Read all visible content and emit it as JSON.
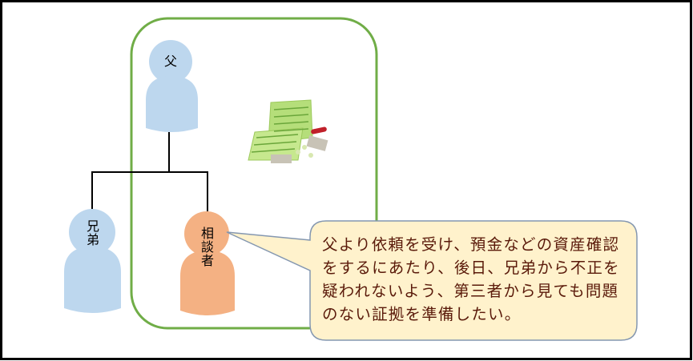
{
  "colors": {
    "family_box": "#70ad47",
    "person_blue": "#bdd7ee",
    "person_orange": "#f4b183",
    "bubble_fill": "#fff2cc",
    "bubble_border": "#8497b0",
    "text": "#5a1a0a"
  },
  "people": {
    "father": "父",
    "brother": "兄弟",
    "consultant": "相談者"
  },
  "illustration": "bankbook-and-money-icon",
  "speech_bubble": {
    "text": "父より依頼を受け、預金などの資産確認をするにあたり、後日、兄弟から不正を疑われないよう、第三者から見ても問題のない証拠を準備したい。"
  }
}
